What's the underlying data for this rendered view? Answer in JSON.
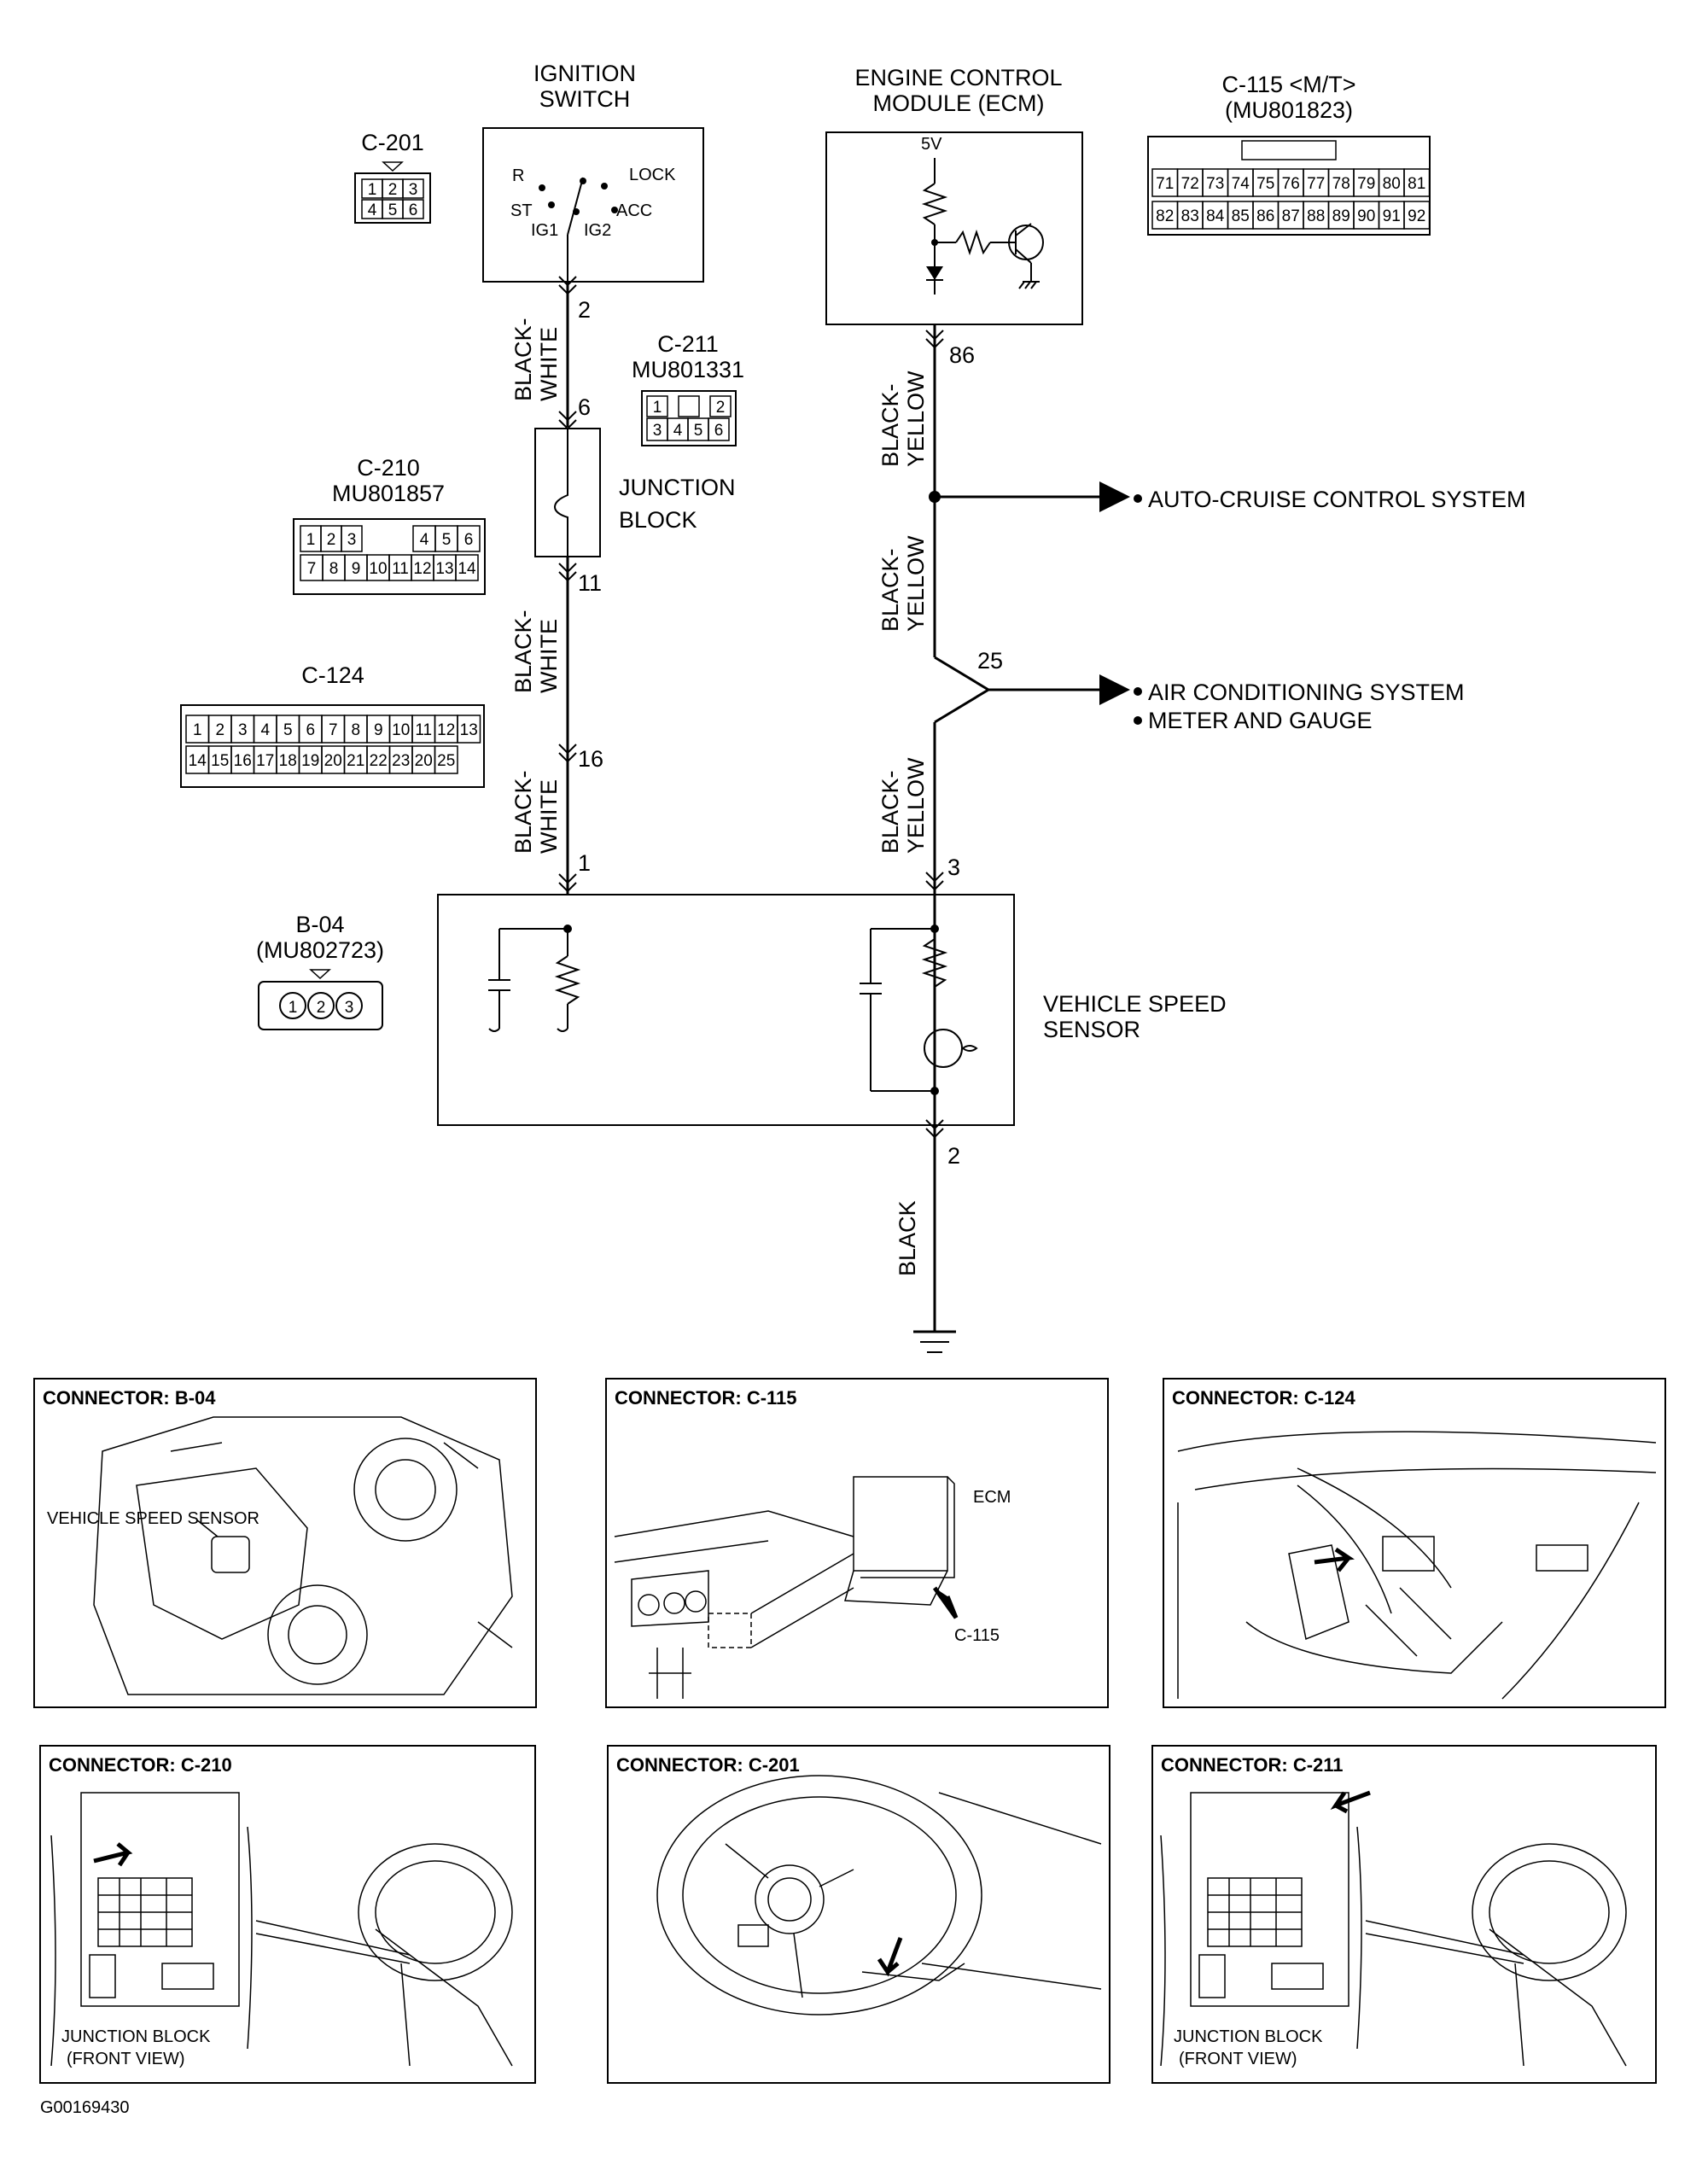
{
  "ignition_switch": {
    "title_line1": "IGNITION",
    "title_line2": "SWITCH",
    "terminals": {
      "r": "R",
      "st": "ST",
      "ig1": "IG1",
      "ig2": "IG2",
      "lock": "LOCK",
      "acc": "ACC"
    },
    "pin": "2"
  },
  "ecm": {
    "title_line1": "ENGINE CONTROL",
    "title_line2": "MODULE (ECM)",
    "voltage": "5V",
    "pin": "86"
  },
  "connectors": {
    "c201": {
      "name": "C-201",
      "pins_row1": [
        "1",
        "2",
        "3"
      ],
      "pins_row2": [
        "4",
        "5",
        "6"
      ]
    },
    "c211": {
      "name": "C-211",
      "part": "MU801331",
      "pins_row1": [
        "1",
        "2"
      ],
      "pins_row2": [
        "3",
        "4",
        "5",
        "6"
      ]
    },
    "c210": {
      "name": "C-210",
      "part": "MU801857",
      "pins_row1": [
        "1",
        "2",
        "3",
        "4",
        "5",
        "6"
      ],
      "pins_row2": [
        "7",
        "8",
        "9",
        "10",
        "11",
        "12",
        "13",
        "14"
      ]
    },
    "c124": {
      "name": "C-124",
      "pins_row1": [
        "1",
        "2",
        "3",
        "4",
        "5",
        "6",
        "7",
        "8",
        "9",
        "10",
        "11",
        "12",
        "13"
      ],
      "pins_row2": [
        "14",
        "15",
        "16",
        "17",
        "18",
        "19",
        "20",
        "21",
        "22",
        "23",
        "20",
        "25"
      ]
    },
    "c115": {
      "name": "C-115 <M/T>",
      "part": "(MU801823)",
      "pins_row1": [
        "71",
        "72",
        "73",
        "74",
        "75",
        "76",
        "77",
        "78",
        "79",
        "80",
        "81"
      ],
      "pins_row2": [
        "82",
        "83",
        "84",
        "85",
        "86",
        "87",
        "88",
        "89",
        "90",
        "91",
        "92"
      ]
    },
    "b04": {
      "name": "B-04",
      "part": "(MU802723)",
      "pins": [
        "1",
        "2",
        "3"
      ]
    }
  },
  "junction_block": {
    "line1": "JUNCTION",
    "line2": "BLOCK",
    "pin_in": "6",
    "pin_out": "11"
  },
  "left_wire": {
    "color_line1": "BLACK-",
    "color_line2": "WHITE",
    "pin_c124": "16",
    "pin_sensor": "1"
  },
  "right_wire": {
    "color_line1": "BLACK-",
    "color_line2": "YELLOW",
    "pin_split": "25",
    "pin_sensor": "3",
    "ground_pin": "2",
    "ground_color": "BLACK"
  },
  "destinations": {
    "cruise": "AUTO-CRUISE CONTROL SYSTEM",
    "ac": "AIR CONDITIONING SYSTEM",
    "meter": "METER AND GAUGE"
  },
  "sensor": {
    "line1": "VEHICLE SPEED",
    "line2": "SENSOR"
  },
  "panels": [
    {
      "title": "CONNECTOR: B-04",
      "labels": [
        "VEHICLE SPEED SENSOR"
      ]
    },
    {
      "title": "CONNECTOR: C-115",
      "labels": [
        "ECM",
        "C-115"
      ]
    },
    {
      "title": "CONNECTOR: C-124",
      "labels": []
    },
    {
      "title": "CONNECTOR: C-210",
      "labels": [
        "JUNCTION BLOCK",
        "(FRONT VIEW)"
      ]
    },
    {
      "title": "CONNECTOR: C-201",
      "labels": []
    },
    {
      "title": "CONNECTOR: C-211",
      "labels": [
        "JUNCTION BLOCK",
        "(FRONT VIEW)"
      ]
    }
  ],
  "figure_id": "G00169430"
}
